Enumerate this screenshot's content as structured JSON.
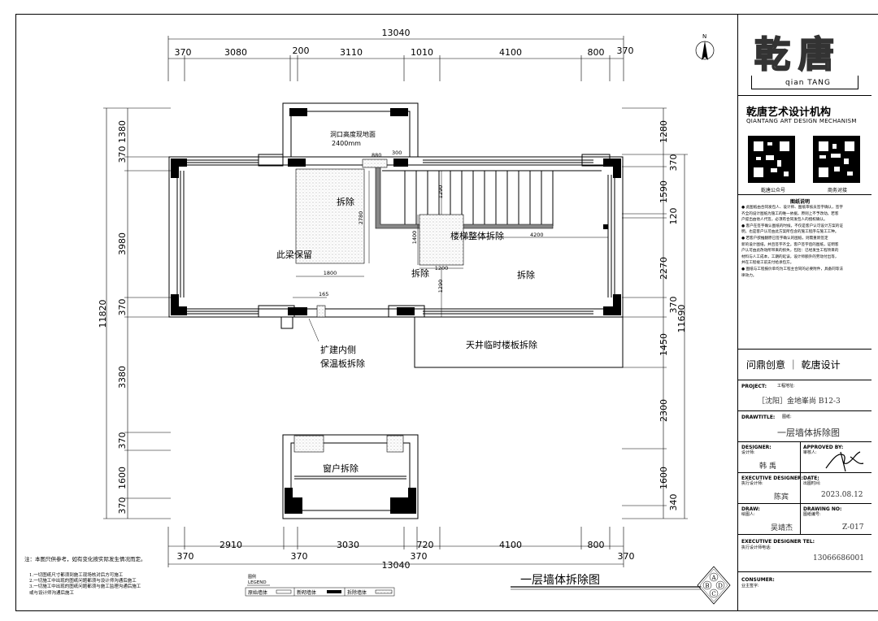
{
  "drawing": {
    "title": "一层墙体拆除图",
    "north_label": "N",
    "top_total": "13040",
    "top_segments": [
      "370",
      "3080",
      "200",
      "3110",
      "1010",
      "4100",
      "800",
      "370"
    ],
    "bottom_total": "13040",
    "bottom_segments": [
      "370",
      "2910",
      "370",
      "3030",
      "720",
      "370",
      "4100",
      "800",
      "370"
    ],
    "left_total": "11820",
    "left_segments": [
      "1380",
      "370",
      "3980",
      "370",
      "3380",
      "370",
      "1600",
      "370"
    ],
    "right_total": "11690",
    "right_segments": [
      "1280",
      "370",
      "1590",
      "120",
      "2270",
      "370",
      "1450",
      "2300",
      "1600",
      "340"
    ],
    "labels": {
      "opening_note_1": "洞口高度现地面",
      "opening_note_2": "2400mm",
      "demolish_1": "拆除",
      "beam_keep": "此梁保留",
      "stair_demolish": "楼梯整体拆除",
      "demolish_2": "拆除",
      "demolish_3": "拆除",
      "insulation_1": "扩建内侧",
      "insulation_2": "保温板拆除",
      "skylight": "天井临时楼板拆除",
      "window": "窗户拆除"
    },
    "inner_dims": {
      "d880": "880",
      "d300": "300",
      "d2780": "2780",
      "d1800": "1800",
      "d1290a": "1290",
      "d1400": "1400",
      "d4200": "4200",
      "d1200": "1200",
      "d1290b": "1290",
      "d165": "165"
    },
    "notes": {
      "head": "注：本图只供参考，如有变化按实际发生情况而定。",
      "items": [
        "1.一切图纸尺寸都须到施工现场核对后方可施工",
        "2.一切施工中出现的图纸问题都须与设计师沟通后施工",
        "3.一切施工中出现的图纸问题都须与施工监理沟通后施工",
        "或与设计师沟通后施工"
      ]
    },
    "legend": {
      "title_cn": "图例",
      "title_en": "LEGEND",
      "original": "原始墙体",
      "new": "新砌墙体",
      "demolish": "拆除墙体"
    },
    "compass_letters": [
      "A",
      "B",
      "C",
      "D"
    ]
  },
  "titleblock": {
    "logo_text": "乾唐",
    "logo_sub": "qian TANG",
    "company_cn": "乾唐艺术设计机构",
    "company_en": "QIANTANG ART DESIGN MECHANISM",
    "qr1_label": "乾唐公众号",
    "qr2_label": "商务对接",
    "notes_title": "图纸说明",
    "notes": [
      "● 此图纸由合同发包人、设计师、图纸审核员签字确认，签字",
      "齐全的设计图纸为施工的唯一依据，原则上不予改动。若客",
      "户提出由他人代签，必须有合同发包人的授权确认。",
      "● 客户在签字确认图纸的时候，不仅是客户认可设计方案的证",
      "明，也是客户认可由此方案所包含的施工程序与施工工种。",
      "● 若客户欲推翻原已签字确认的图纸，则需重新签定",
      "新的设计图纸，并且签字齐全。客户签字后的图纸，证明客",
      "户认可由此改动所带来的损失，包括：已经发生工程项目的",
      "材料与人工成本，工期的延误，设计师额外的劳动付出等，",
      "并在工程竣工前支付给承包方。",
      "● 图纸与工程报价单均为工程主合同的必要附件，具备同等法",
      "律效力。"
    ],
    "slogan": "问鼎创意 ｜ 乾唐设计",
    "project_label": "PROJECT:",
    "project_sub": "工程地址:",
    "project_value": "［沈阳］金地峯尚 B12-3",
    "drawtitle_label": "DRAWTITLE:",
    "drawtitle_sub": "图纸:",
    "drawtitle_value": "一层墙体拆除图",
    "designer_label": "DESIGNER:",
    "designer_sub": "设计师:",
    "designer_value": "韩 禹",
    "approved_label": "APPROVED BY:",
    "approved_sub": "审核人:",
    "exec_label": "EXECUTIVE DESIGNER:",
    "exec_sub": "执行设计师:",
    "exec_value": "陈宾",
    "date_label": "DATE:",
    "date_sub": "出图时间:",
    "date_value": "2023.08.12",
    "draw_label": "DRAW:",
    "draw_sub": "绘图人:",
    "draw_value": "吴靖杰",
    "drawno_label": "DRAWING NO:",
    "drawno_sub": "图纸编号:",
    "drawno_value": "Z-017",
    "tel_label": "EXECUTIVE DESIGNER TEL:",
    "tel_sub": "执行设计师电话:",
    "tel_value": "13066686001",
    "consumer_label": "CONSUMER:",
    "consumer_sub": "业主签字:"
  }
}
